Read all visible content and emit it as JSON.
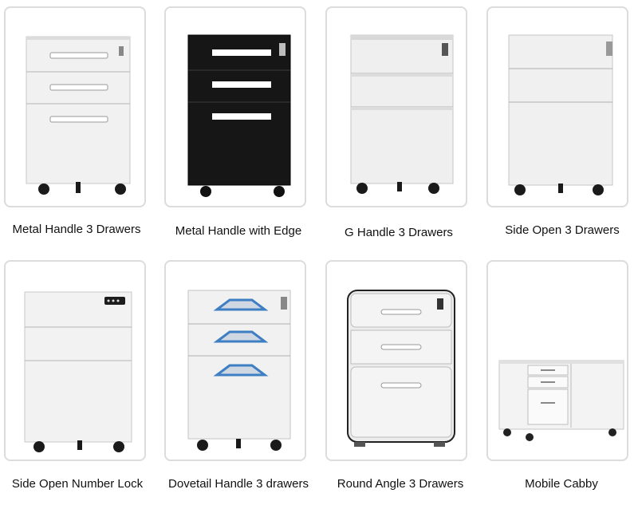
{
  "products": [
    {
      "caption": "Metal Handle 3 Drawers",
      "body_color": "#f1f1f1"
    },
    {
      "caption": "Metal Handle with Edge",
      "body_color": "#161616"
    },
    {
      "caption": "G Handle 3 Drawers",
      "body_color": "#efefef"
    },
    {
      "caption": "Side Open 3 Drawers",
      "body_color": "#f0f0f0"
    },
    {
      "caption": "Side Open Number Lock",
      "body_color": "#f2f2f2"
    },
    {
      "caption": "Dovetail Handle 3 drawers",
      "body_color": "#f1f1f1",
      "accent_color": "#3e7fc4"
    },
    {
      "caption": "Round Angle 3 Drawers",
      "body_color": "#ececec",
      "edge_color": "#222222"
    },
    {
      "caption": "Mobile Cabby",
      "body_color": "#f3f3f3"
    }
  ]
}
